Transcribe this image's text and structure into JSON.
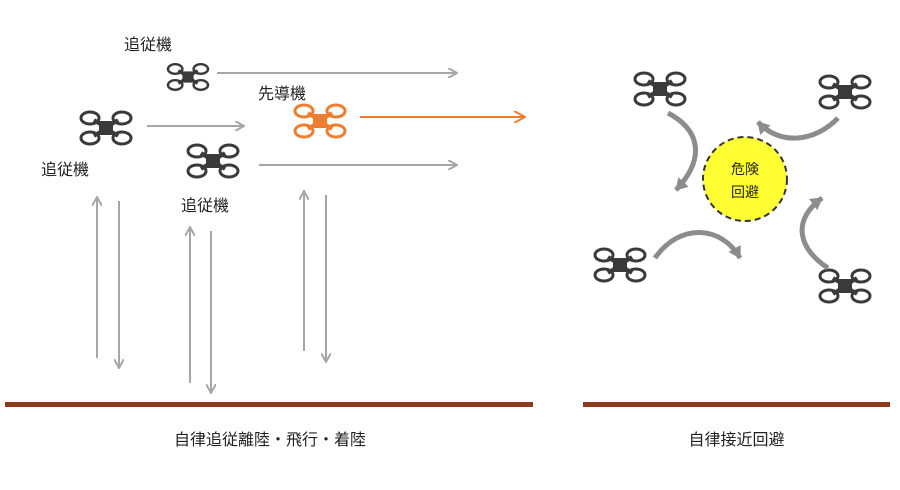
{
  "left_panel": {
    "follower_label": "追従機",
    "leader_label": "先導機",
    "caption": "自律追従離陸・飛行・着陸"
  },
  "right_panel": {
    "danger_zone_line1": "危険",
    "danger_zone_line2": "回避",
    "caption": "自律接近回避"
  },
  "colors": {
    "leader": "#ed7d31",
    "drone": "#3a3a3a",
    "arrow": "#a6a6a6",
    "ground": "#8b3a1a",
    "danger_fill": "#ffff33"
  },
  "icons": [
    "drone-icon",
    "arrow-icon"
  ]
}
